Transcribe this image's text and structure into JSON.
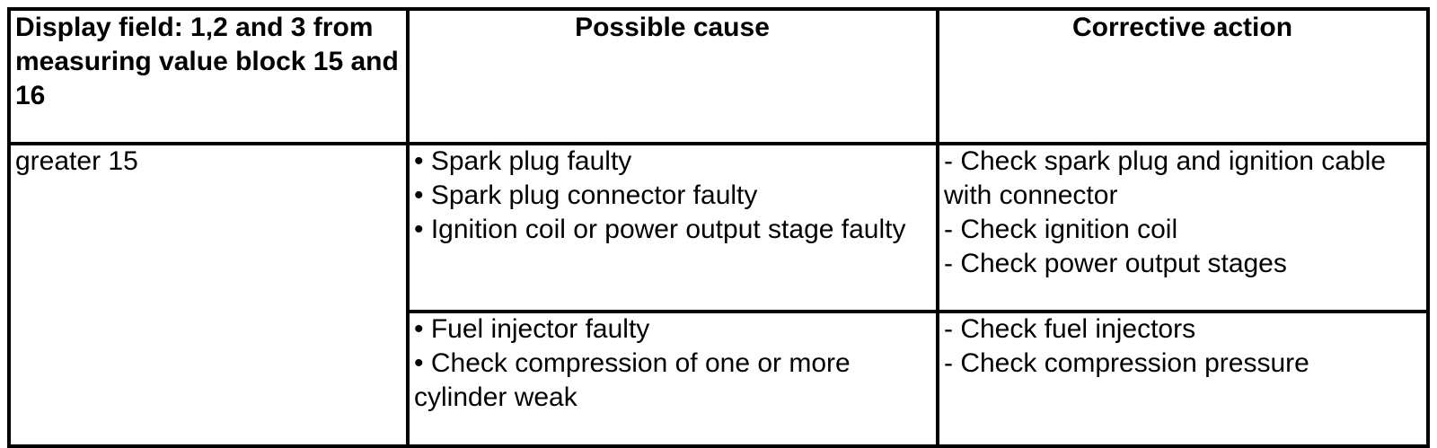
{
  "table": {
    "columns": [
      {
        "id": "display-field",
        "header": "Display field: 1,2 and 3 from measuring value block 15 and 16",
        "align": "left"
      },
      {
        "id": "possible-cause",
        "header": "Possible cause",
        "align": "center"
      },
      {
        "id": "corrective-action",
        "header": "Corrective action",
        "align": "center"
      }
    ],
    "condition": "greater 15",
    "rows": [
      {
        "possible_cause": "• Spark plug faulty\n• Spark plug connector faulty\n• Ignition coil or power output stage faulty",
        "corrective_action": "- Check spark plug and ignition cable with connector\n- Check ignition coil\n- Check power output stages"
      },
      {
        "possible_cause": "• Fuel injector faulty\n• Check compression of one or more cylinder weak",
        "corrective_action": "- Check fuel injectors\n- Check compression pressure"
      }
    ]
  },
  "style": {
    "border_color": "#000000",
    "text_color": "#000000",
    "background": "#ffffff"
  }
}
